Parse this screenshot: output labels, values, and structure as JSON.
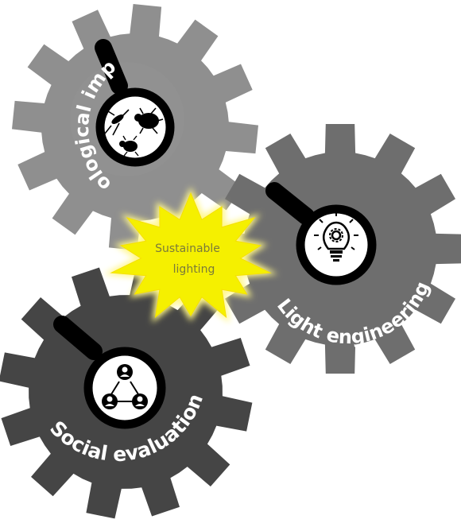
{
  "diagram": {
    "center": {
      "label_line1": "Sustainable",
      "label_line2": "lighting",
      "fill_color": "#f5f000",
      "text_color": "#7a7a3a"
    },
    "gears": [
      {
        "id": "ecological",
        "label": "Ecological impact",
        "color": "#8f8f8f",
        "icon": "insects-icon"
      },
      {
        "id": "light",
        "label": "Light engineering",
        "color": "#6e6e6e",
        "icon": "lightbulb-gear-icon"
      },
      {
        "id": "social",
        "label": "Social evaluation",
        "color": "#454545",
        "icon": "people-network-icon"
      }
    ]
  }
}
